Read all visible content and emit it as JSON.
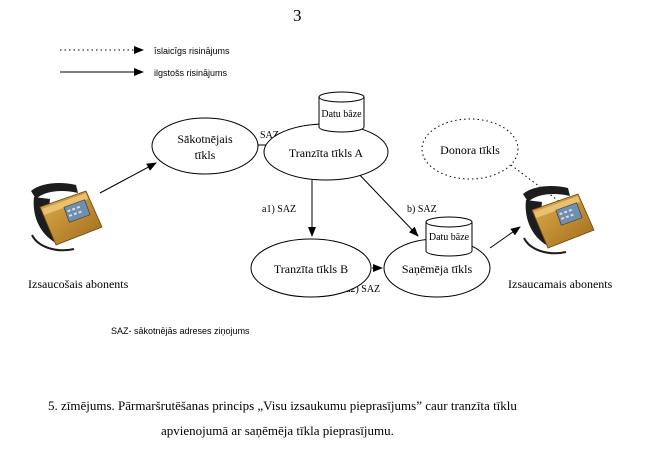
{
  "page_number": "3",
  "legend": {
    "dotted_label": "īslaicīgs risinājums",
    "solid_label": "ilgstošs risinājums"
  },
  "nodes": {
    "originating_network": [
      "Sākotnējais",
      "tīkls"
    ],
    "transit_a": "Tranzīta tīkls A",
    "transit_b": "Tranzīta tīkls B",
    "recipient_network": "Saņēmēja tīkls",
    "donor_network": "Donora tīkls",
    "database_top": "Datu bāze",
    "database_recipient": "Datu bāze"
  },
  "edge_labels": {
    "saz": "SAZ",
    "a1": "a1) SAZ",
    "a2": "a2) SAZ",
    "b": "b) SAZ"
  },
  "subscribers": {
    "calling": "Izsaucošais abonents",
    "called": "Izsaucamais abonents"
  },
  "footnote": "SAZ- sākotnējās adreses ziņojums",
  "caption": {
    "line1": "5. zīmējums. Pārmaršrutēšanas princips „Visu izsaukumu pieprasījums”  caur tranzīta tīklu",
    "line2": "apvienojumā ar saņēmēja tīkla pieprasījumu."
  },
  "colors": {
    "phone_body": "#c9902a",
    "phone_dark": "#1d1d1d",
    "phone_keys": "#6e8fb0"
  }
}
